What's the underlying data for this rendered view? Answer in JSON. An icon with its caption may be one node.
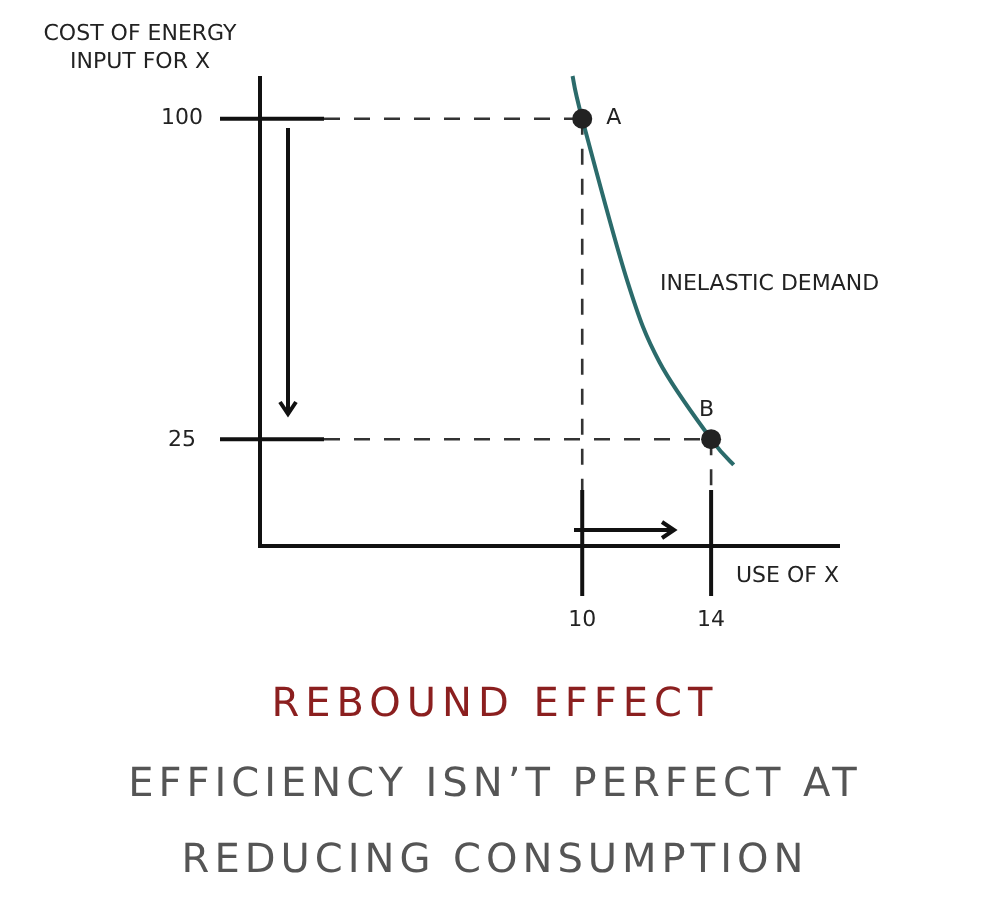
{
  "diagram": {
    "title": "REBOUND EFFECT",
    "caption": "EFFICIENCY ISN’T PERFECT AT REDUCING CONSUMPTION",
    "chart_data": {
      "type": "line",
      "xlabel": "USE OF X",
      "ylabel": "COST OF ENERGY INPUT FOR X",
      "x": [
        9.7,
        10,
        11.4,
        12.4,
        14,
        14.7
      ],
      "series": [
        {
          "name": "INELASTIC DEMAND",
          "color": "#2b6b6b",
          "values": [
            110,
            100,
            62,
            43,
            25,
            19
          ]
        }
      ],
      "ref_lines": [
        {
          "axis": "y",
          "value": 100
        },
        {
          "axis": "y",
          "value": 25
        },
        {
          "axis": "x",
          "value": 10
        },
        {
          "axis": "x",
          "value": 14
        }
      ],
      "xlim": [
        0,
        18
      ],
      "ylim": [
        0,
        110
      ],
      "xticks": [
        10,
        14
      ],
      "yticks": [
        25,
        100
      ],
      "annotations": [
        {
          "x": 10,
          "y": 100,
          "text": "A"
        },
        {
          "x": 14,
          "y": 25,
          "text": "B"
        }
      ]
    }
  }
}
